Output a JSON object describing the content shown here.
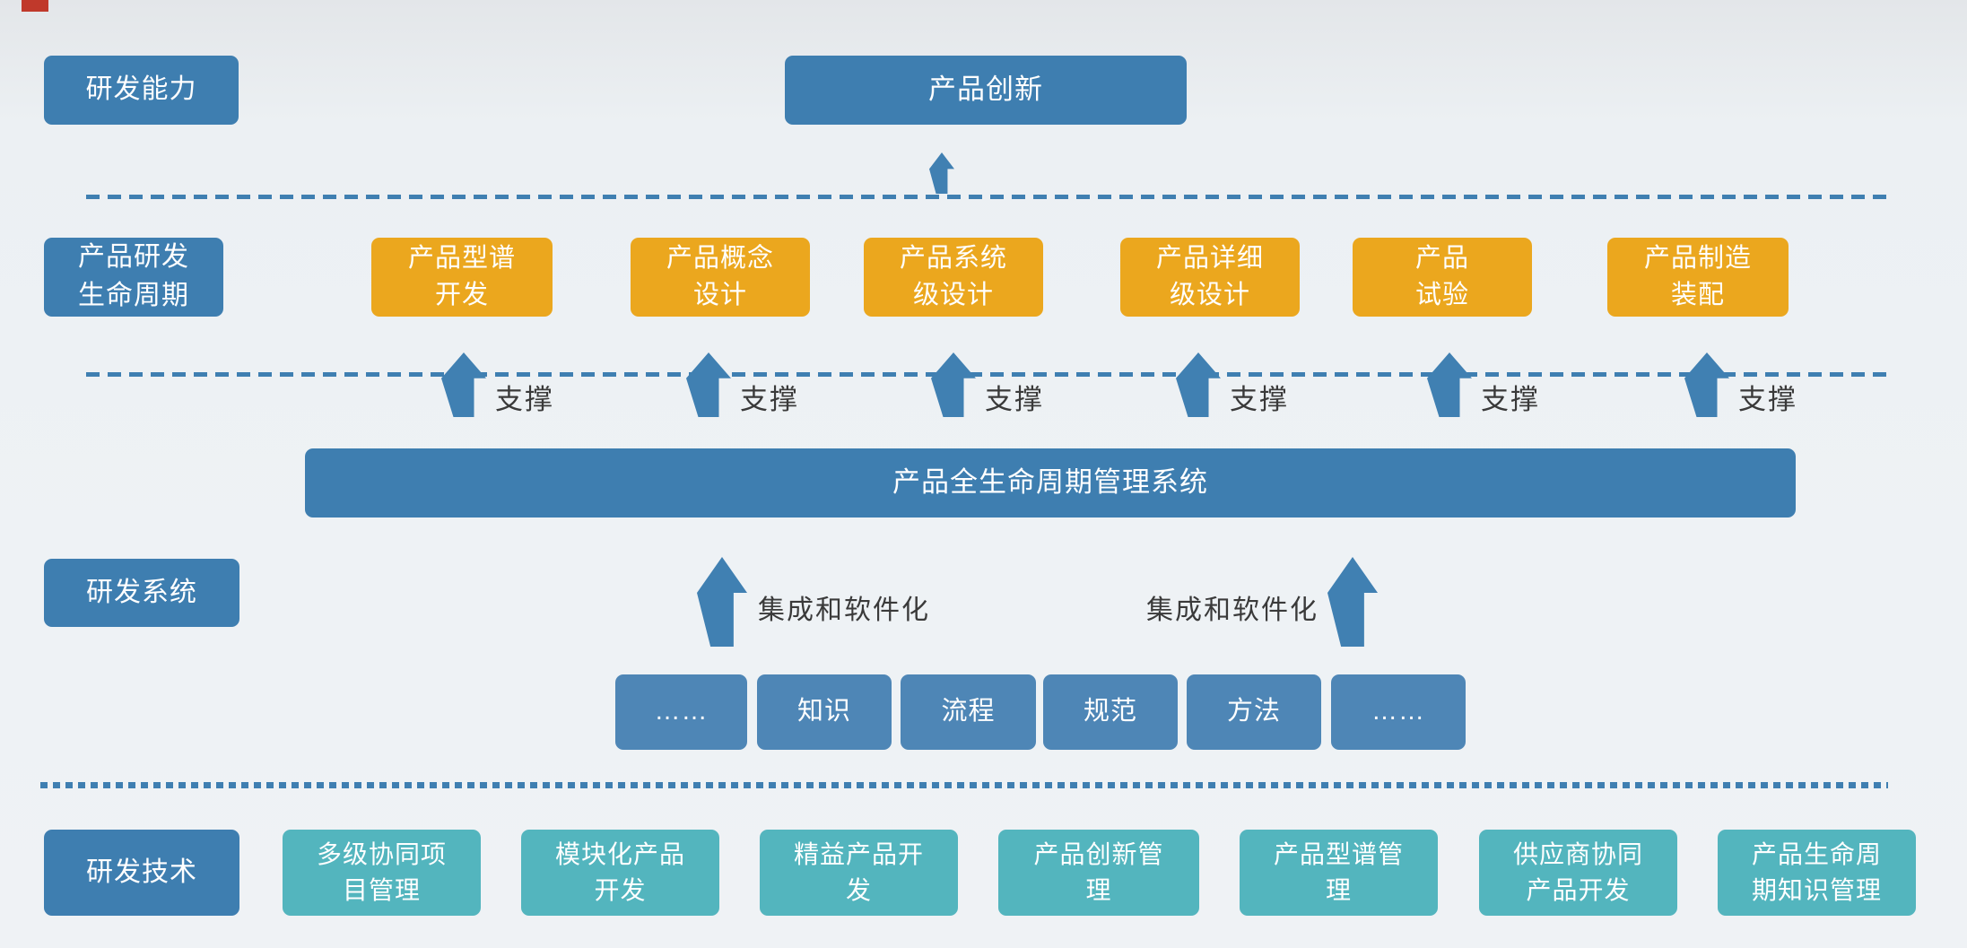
{
  "colors": {
    "blue": "#3E7EB0",
    "light_blue": "#4E86B6",
    "orange": "#EBA71E",
    "teal": "#53B5BE",
    "arrow_blue": "#4080B2",
    "line_blue": "#3F7FB1",
    "annotation_text": "#3A3A3A",
    "marker_red": "#C0392B"
  },
  "capability_row": {
    "side_label": "研发能力",
    "title": "产品创新"
  },
  "lifecycle_row": {
    "side_label": "产品研发\n生命周期",
    "support_label": "支撑",
    "stages": [
      {
        "label": "产品型谱\n开发"
      },
      {
        "label": "产品概念\n设计"
      },
      {
        "label": "产品系统\n级设计"
      },
      {
        "label": "产品详细\n级设计"
      },
      {
        "label": "产品\n试验"
      },
      {
        "label": "产品制造\n装配"
      }
    ]
  },
  "system_row": {
    "side_label": "研发系统",
    "platform_title": "产品全生命周期管理系统",
    "integration_label": "集成和软件化",
    "elements": [
      {
        "label": "……"
      },
      {
        "label": "知识"
      },
      {
        "label": "流程"
      },
      {
        "label": "规范"
      },
      {
        "label": "方法"
      },
      {
        "label": "……"
      }
    ]
  },
  "technology_row": {
    "side_label": "研发技术",
    "items": [
      {
        "label": "多级协同项\n目管理"
      },
      {
        "label": "模块化产品\n开发"
      },
      {
        "label": "精益产品开\n发"
      },
      {
        "label": "产品创新管\n理"
      },
      {
        "label": "产品型谱管\n理"
      },
      {
        "label": "供应商协同\n产品开发"
      },
      {
        "label": "产品生命周\n期知识管理"
      }
    ]
  }
}
